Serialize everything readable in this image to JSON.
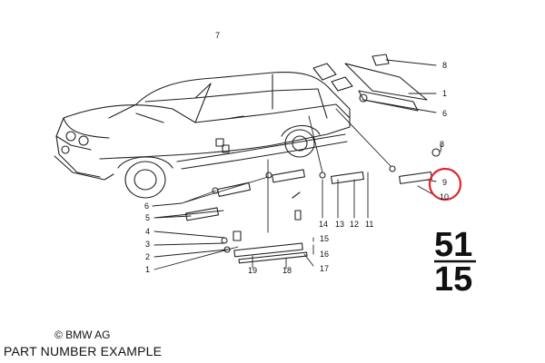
{
  "diagram": {
    "callouts": [
      {
        "id": "c7",
        "label": "7"
      },
      {
        "id": "c8a",
        "label": "8"
      },
      {
        "id": "c1a",
        "label": "1"
      },
      {
        "id": "c6a",
        "label": "6"
      },
      {
        "id": "c8b",
        "label": "8"
      },
      {
        "id": "c9",
        "label": "9"
      },
      {
        "id": "c10",
        "label": "10"
      },
      {
        "id": "c6b",
        "label": "6"
      },
      {
        "id": "c5",
        "label": "5"
      },
      {
        "id": "c4",
        "label": "4"
      },
      {
        "id": "c3",
        "label": "3"
      },
      {
        "id": "c2",
        "label": "2"
      },
      {
        "id": "c1b",
        "label": "1"
      },
      {
        "id": "c14",
        "label": "14"
      },
      {
        "id": "c13",
        "label": "13"
      },
      {
        "id": "c12",
        "label": "12"
      },
      {
        "id": "c11",
        "label": "11"
      },
      {
        "id": "c15",
        "label": "15"
      },
      {
        "id": "c16",
        "label": "16"
      },
      {
        "id": "c17",
        "label": "17"
      },
      {
        "id": "c18",
        "label": "18"
      },
      {
        "id": "c19",
        "label": "19"
      }
    ],
    "group_top": "51",
    "group_bottom": "15",
    "copyright": "© BMW AG",
    "caption": "PART NUMBER EXAMPLE",
    "highlight_color": "#e0242c"
  }
}
